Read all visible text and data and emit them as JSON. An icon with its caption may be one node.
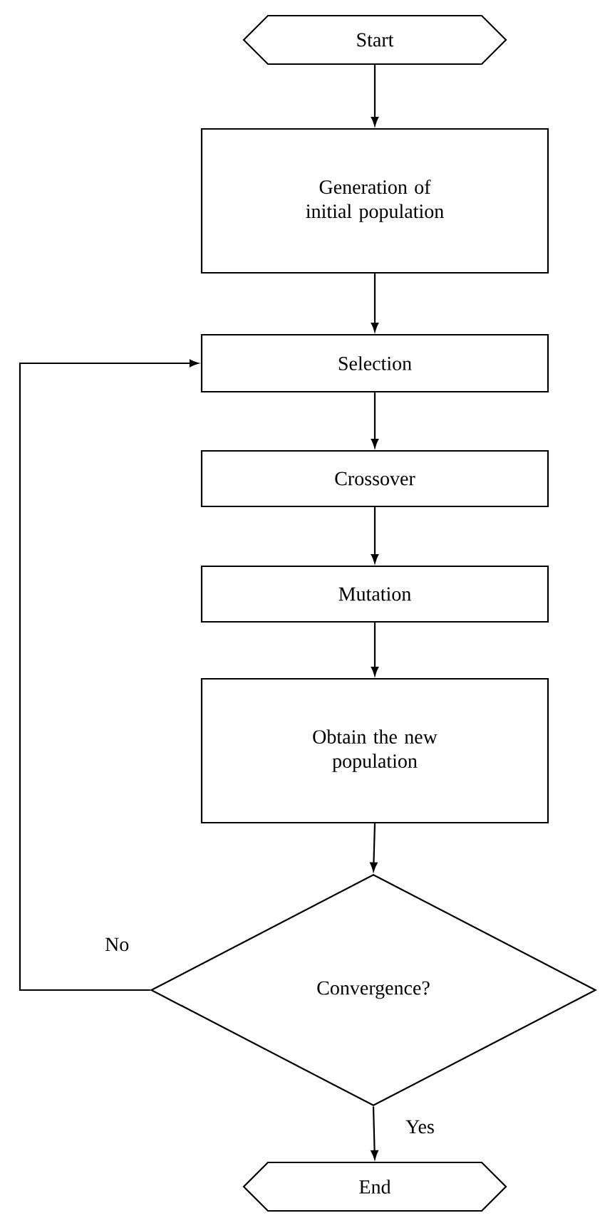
{
  "diagram": {
    "nodes": [
      {
        "text": [
          "Start"
        ]
      },
      {
        "text": [
          "Generation of initial population"
        ]
      },
      {
        "text": [
          "Selection"
        ]
      },
      {
        "text": [
          "Crossover"
        ]
      },
      {
        "text": [
          "Mutation"
        ]
      },
      {
        "text": [
          "Obtain the new population"
        ]
      },
      {
        "text": [
          "Convergence?"
        ]
      },
      {
        "text": [
          "End"
        ]
      }
    ],
    "edges": [
      {
        "from": 0,
        "to": 1,
        "arrow": "to"
      },
      {
        "from": 1,
        "to": 2,
        "arrow": "to"
      },
      {
        "from": 2,
        "to": 3,
        "arrow": "to"
      },
      {
        "from": 3,
        "to": 4,
        "arrow": "to"
      },
      {
        "from": 4,
        "to": 5,
        "arrow": "to"
      },
      {
        "from": 5,
        "to": 6,
        "arrow": "to"
      },
      {
        "from": 6,
        "to": 2,
        "arrow": "to",
        "label": "No"
      },
      {
        "from": 6,
        "to": 7,
        "arrow": "to",
        "label": "Yes"
      }
    ]
  }
}
